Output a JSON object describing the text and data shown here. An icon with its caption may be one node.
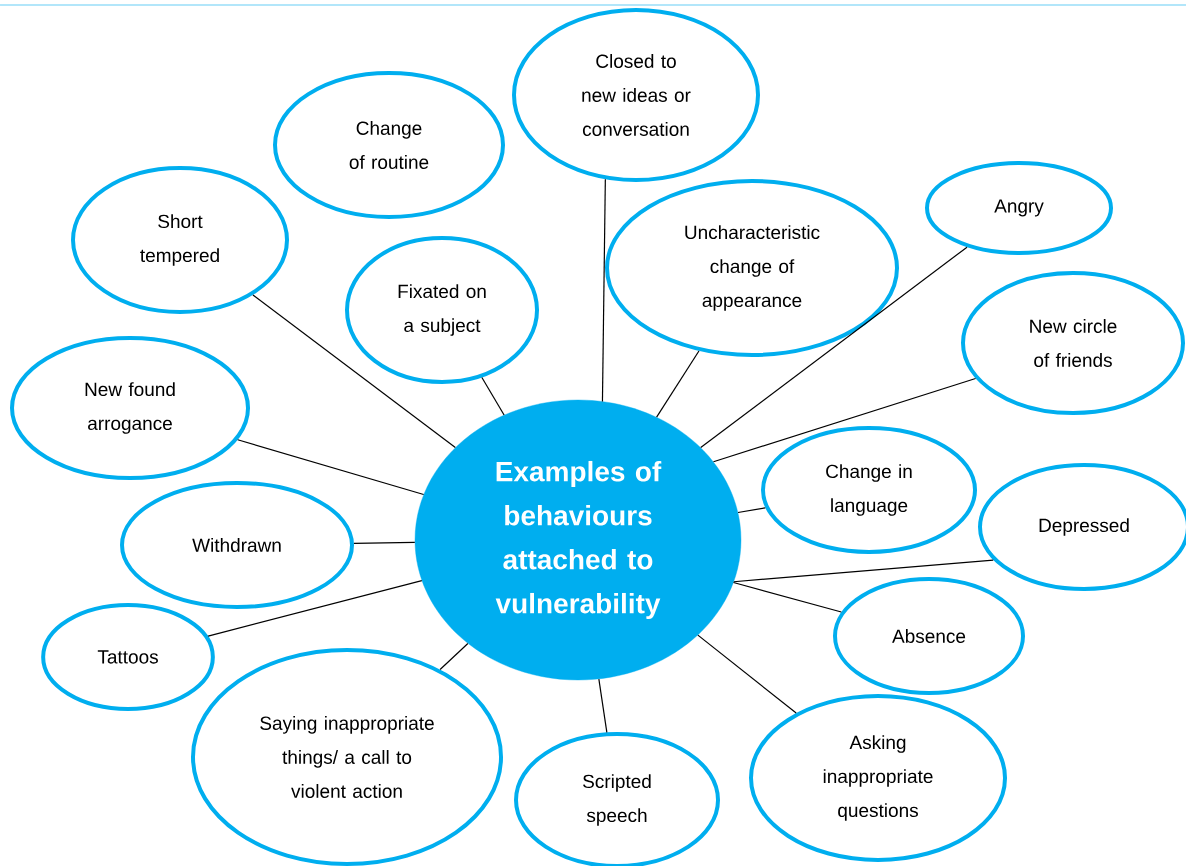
{
  "diagram": {
    "nodes": [
      {
        "text": [
          "Examples of behaviours attached to vulnerability"
        ]
      },
      {
        "text": [
          "Closed to new ideas or conversation"
        ]
      },
      {
        "text": [
          "Change of routine"
        ]
      },
      {
        "text": [
          "Short tempered"
        ]
      },
      {
        "text": [
          "Fixated on a subject"
        ]
      },
      {
        "text": [
          "Uncharacteristic change of appearance"
        ]
      },
      {
        "text": [
          "Angry"
        ]
      },
      {
        "text": [
          "New circle of friends"
        ]
      },
      {
        "text": [
          "New found arrogance"
        ]
      },
      {
        "text": [
          "Change in language"
        ]
      },
      {
        "text": [
          "Withdrawn"
        ]
      },
      {
        "text": [
          "Depressed"
        ]
      },
      {
        "text": [
          "Tattoos"
        ]
      },
      {
        "text": [
          "Absence"
        ]
      },
      {
        "text": [
          "Saying inappropriate things/ a call to violent action"
        ]
      },
      {
        "text": [
          "Scripted speech"
        ]
      },
      {
        "text": [
          "Asking inappropriate questions"
        ]
      }
    ],
    "edges": [
      {
        "from": 0,
        "to": 1,
        "arrow": "none"
      },
      {
        "from": 0,
        "to": 3,
        "arrow": "none"
      },
      {
        "from": 0,
        "to": 4,
        "arrow": "none"
      },
      {
        "from": 0,
        "to": 5,
        "arrow": "none"
      },
      {
        "from": 0,
        "to": 6,
        "arrow": "none"
      },
      {
        "from": 0,
        "to": 7,
        "arrow": "none"
      },
      {
        "from": 0,
        "to": 8,
        "arrow": "none"
      },
      {
        "from": 0,
        "to": 9,
        "arrow": "none"
      },
      {
        "from": 0,
        "to": 10,
        "arrow": "none"
      },
      {
        "from": 0,
        "to": 11,
        "arrow": "none"
      },
      {
        "from": 0,
        "to": 12,
        "arrow": "none"
      },
      {
        "from": 0,
        "to": 13,
        "arrow": "none"
      },
      {
        "from": 0,
        "to": 14,
        "arrow": "none"
      },
      {
        "from": 0,
        "to": 15,
        "arrow": "none"
      },
      {
        "from": 0,
        "to": 16,
        "arrow": "none"
      }
    ]
  }
}
